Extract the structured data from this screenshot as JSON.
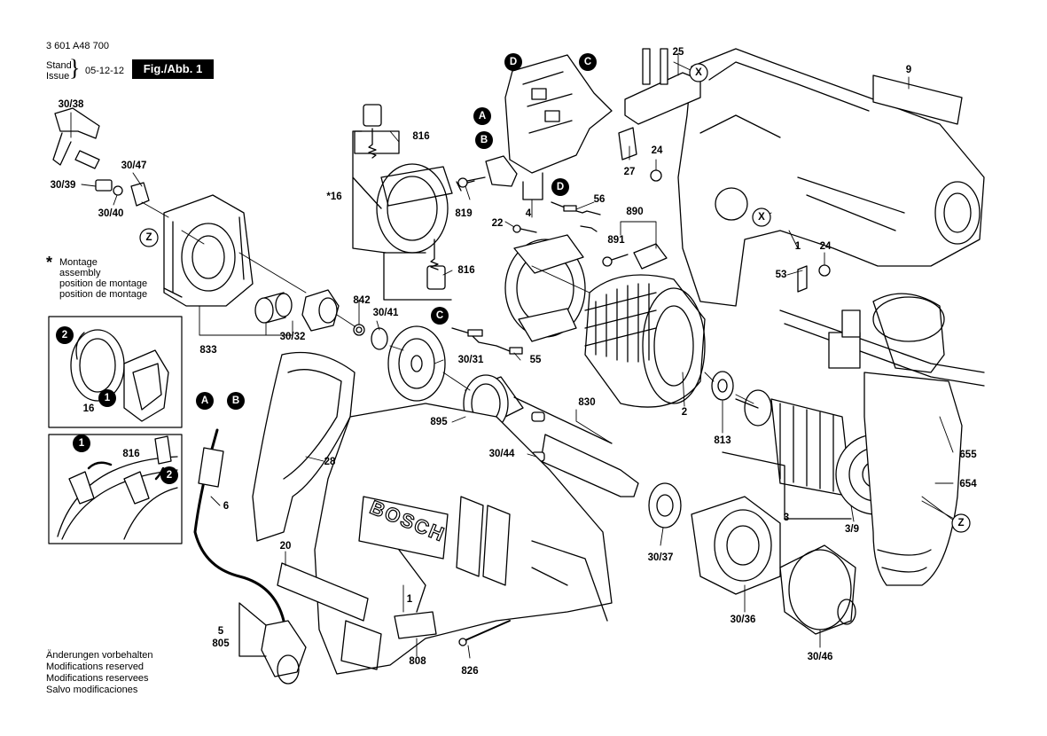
{
  "header": {
    "part_number": "3 601 A48 700",
    "stand_label": "Stand",
    "issue_label": "Issue",
    "date": "05-12-12",
    "figure": "Fig./Abb. 1"
  },
  "assembly_note": {
    "symbol": "*",
    "lines": [
      "Montage",
      "assembly",
      "position de montage",
      "position de montage"
    ]
  },
  "footer_note": {
    "lines": [
      "Änderungen vorbehalten",
      "Modifications reserved",
      "Modifications reservees",
      "Salvo modificaciones"
    ]
  },
  "brand": "BOSCH",
  "parts": {
    "p30_38": "30/38",
    "p30_47": "30/47",
    "p30_39": "30/39",
    "p30_40": "30/40",
    "p816a": "816",
    "p816b": "816",
    "p816c": "816",
    "p16": "*16",
    "p16b": "16",
    "p819": "819",
    "p4": "4",
    "p22": "22",
    "p56": "56",
    "p890": "890",
    "p891": "891",
    "p25": "25",
    "p27": "27",
    "p24a": "24",
    "p24b": "24",
    "p9": "9",
    "p1a": "1",
    "p1b": "1",
    "p53": "53",
    "p842": "842",
    "p30_41": "30/41",
    "p833": "833",
    "p30_32": "30/32",
    "p30_31": "30/31",
    "p55": "55",
    "p830": "830",
    "p895": "895",
    "p30_44": "30/44",
    "p2": "2",
    "p813": "813",
    "p3": "3",
    "p3_9": "3/9",
    "p655": "655",
    "p654": "654",
    "p28": "28",
    "p6": "6",
    "p20": "20",
    "p5": "5",
    "p805": "805",
    "p808": "808",
    "p826": "826",
    "p30_37": "30/37",
    "p30_36": "30/36",
    "p30_46": "30/46"
  },
  "callouts": {
    "a1": "A",
    "b1": "B",
    "c1": "C",
    "d1": "D",
    "c2": "C",
    "d2": "D",
    "a2": "A",
    "b2": "B",
    "n1": "1",
    "n2": "2",
    "n3": "1",
    "n4": "2"
  },
  "refs": {
    "x1": "X",
    "x2": "X",
    "z1": "Z",
    "z2": "Z"
  }
}
